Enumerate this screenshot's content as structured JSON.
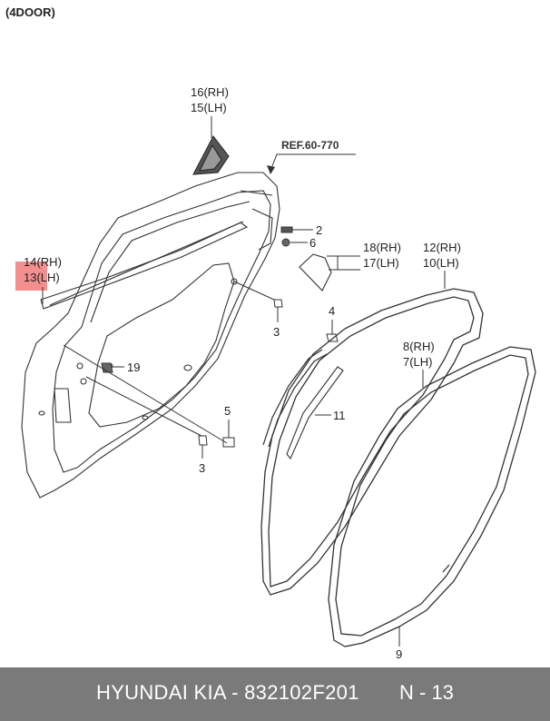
{
  "header": {
    "title": "(4DOOR)"
  },
  "reference": {
    "text": "REF.60-770"
  },
  "callouts": {
    "c16": "16(RH)",
    "c15": "15(LH)",
    "c14": "14(RH)",
    "c13": "13(LH)",
    "c2": "2",
    "c6": "6",
    "c18": "18(RH)",
    "c17": "17(LH)",
    "c12": "12(RH)",
    "c10": "10(LH)",
    "c4": "4",
    "c3a": "3",
    "c8": "8(RH)",
    "c7": "7(LH)",
    "c19": "19",
    "c11": "11",
    "c5": "5",
    "c3b": "3",
    "c9": "9"
  },
  "highlight": {
    "color": "#f27b7b"
  },
  "footer": {
    "brand_part": "HYUNDAI  KIA - 832102F201",
    "page": "N - 13",
    "background": "#7a7a7a"
  }
}
